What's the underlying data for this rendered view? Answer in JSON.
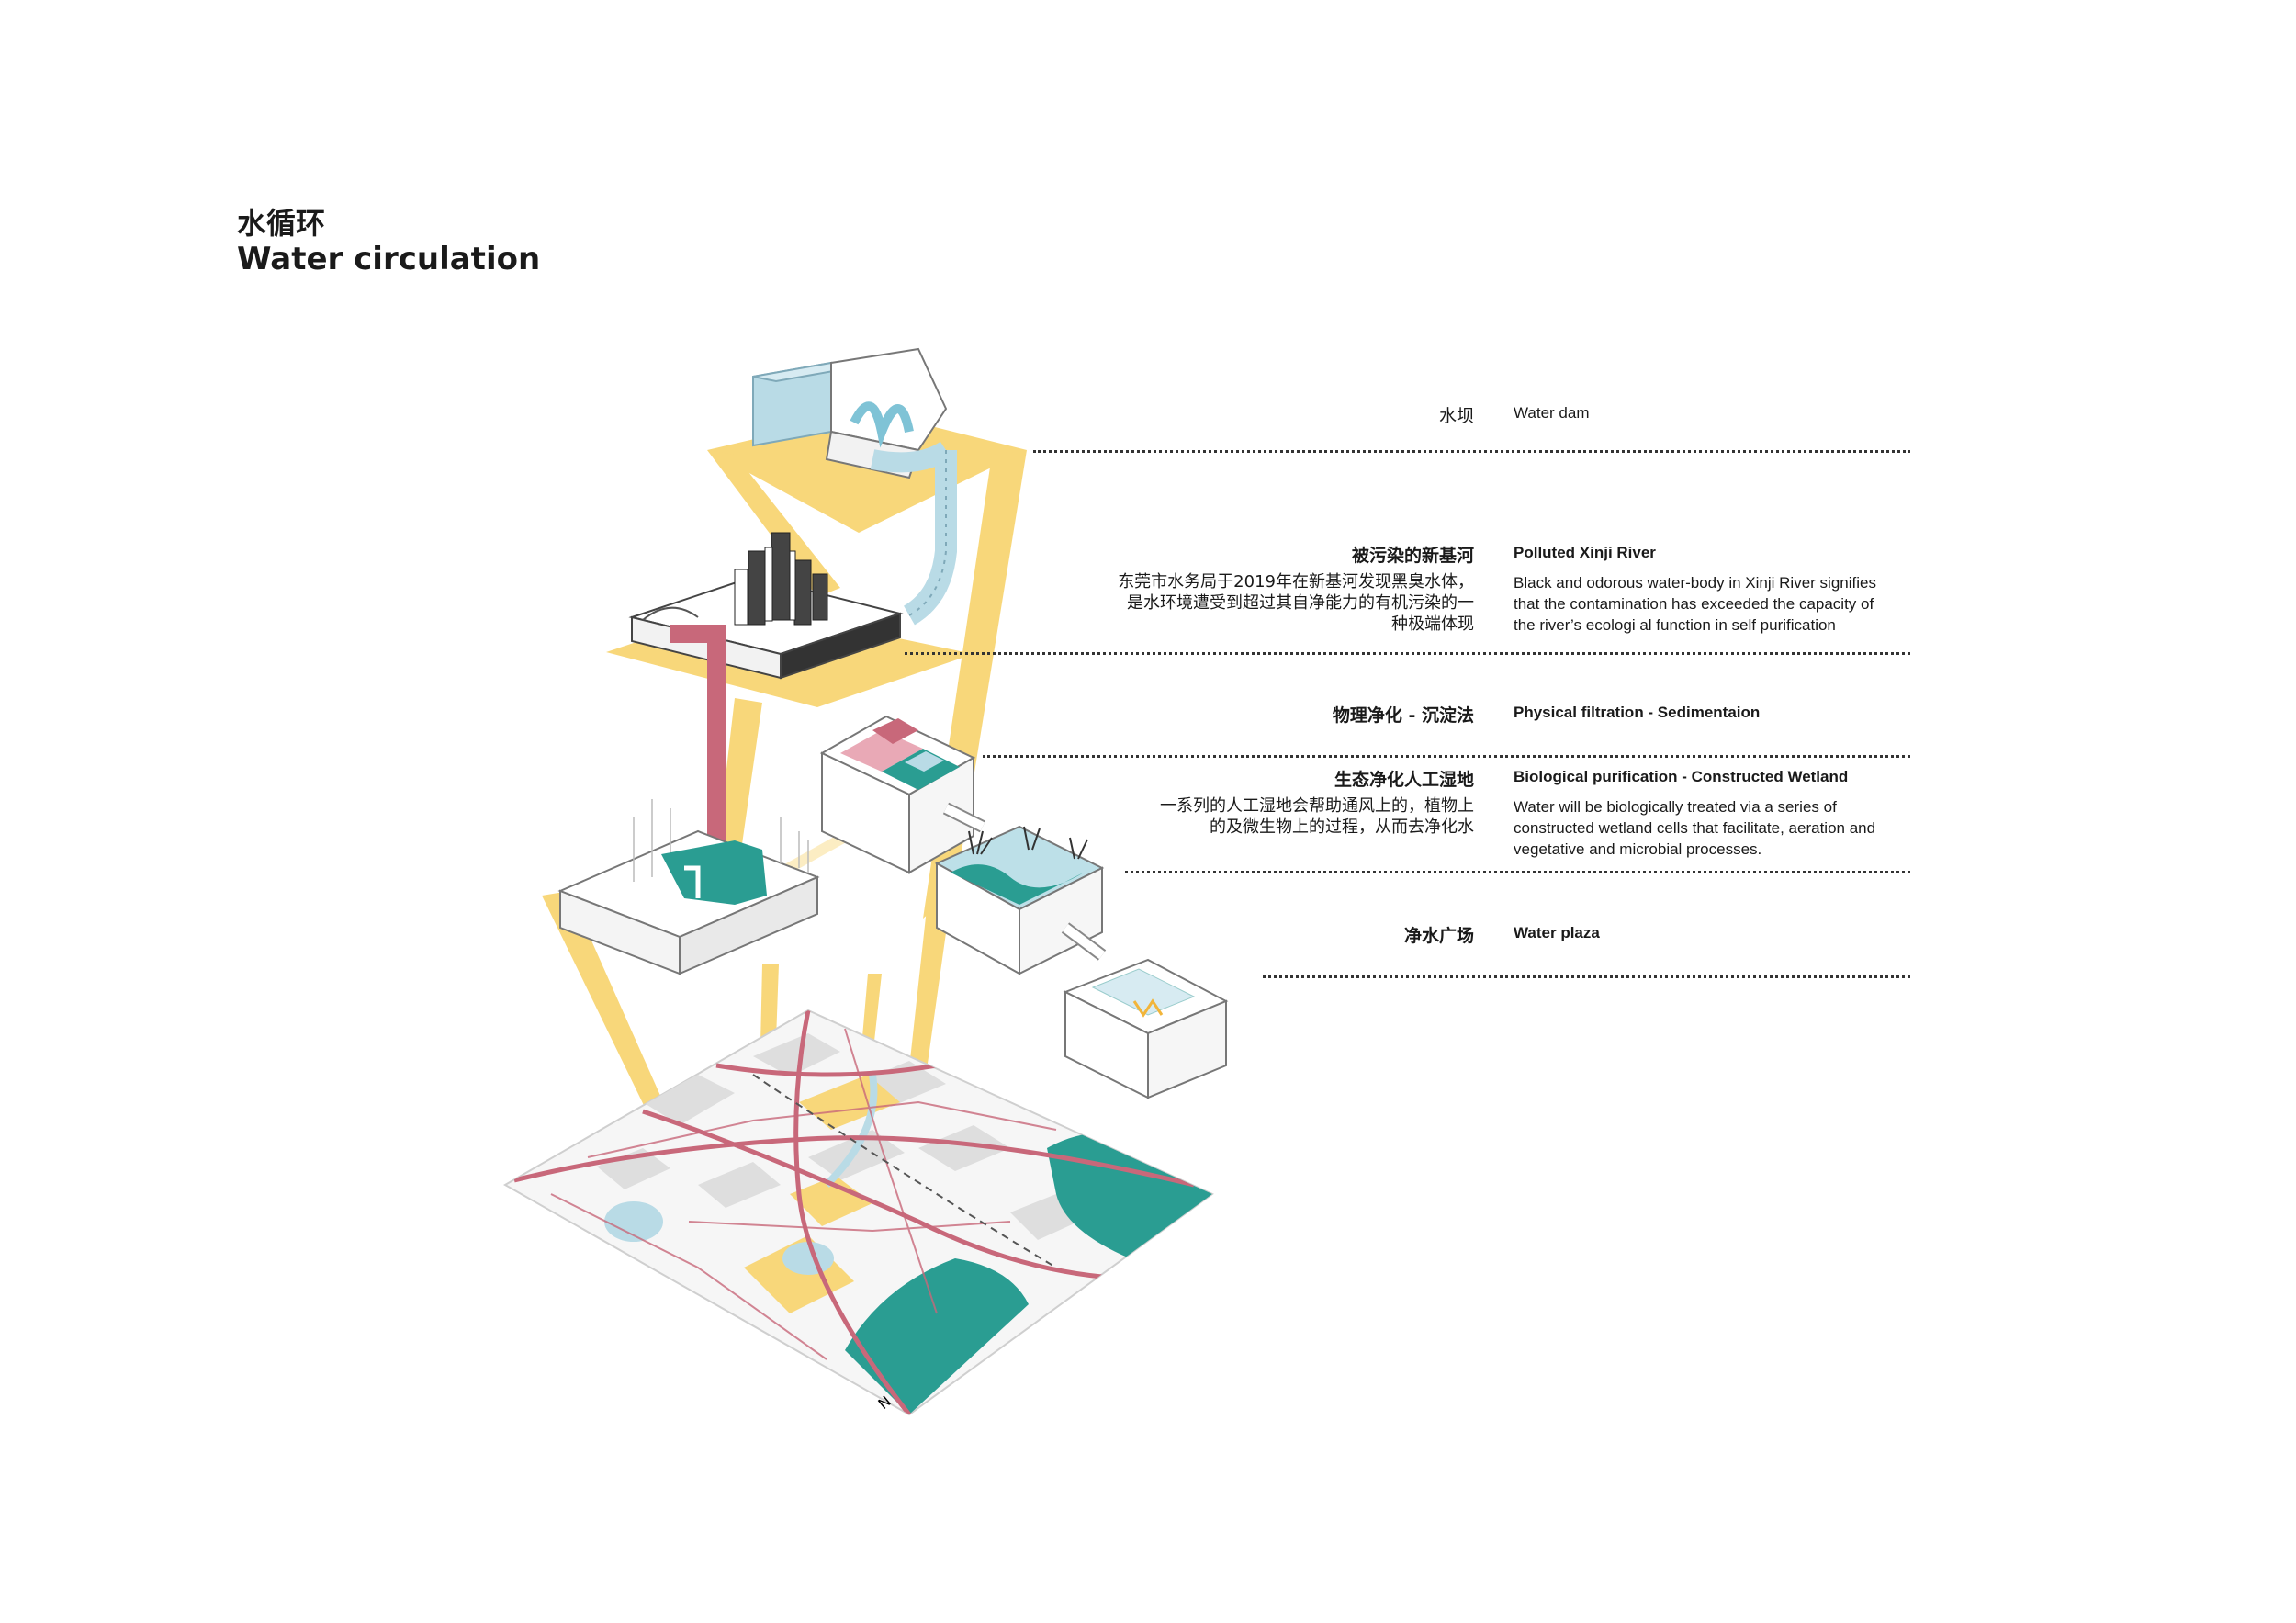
{
  "title": {
    "cn": "水循环",
    "en": "Water circulation"
  },
  "labels": [
    {
      "cn": "水坝",
      "en": "Water dam"
    },
    {
      "cn": "被污染的新基河",
      "en": "Polluted Xinji River",
      "desc_cn": [
        "东莞市水务局于2019年在新基河发现黑臭水体，",
        "是水环境遭受到超过其自净能力的有机污染的一",
        "种极端体现"
      ],
      "desc_en": [
        "Black and odorous water-body in Xinji River signifies",
        "that the contamination has exceeded the capacity of",
        "the river’s ecologi al function in self purification"
      ]
    },
    {
      "cn": "物理净化 - 沉淀法",
      "en": "Physical filtration - Sedimentaion"
    },
    {
      "cn": "生态净化人工湿地",
      "en": "Biological purification - Constructed Wetland",
      "desc_cn": [
        "一系列的人工湿地会帮助通风上的，植物上",
        "的及微生物上的过程，从而去净化水"
      ],
      "desc_en": [
        "Water will be biologically treated via a series of",
        "constructed wetland cells that facilitate, aeration and",
        "vegetative and microbial processes."
      ]
    },
    {
      "cn": "净水广场",
      "en": "Water plaza"
    }
  ],
  "north_label": "N",
  "colors": {
    "yellow": "#f8d77a",
    "teal": "#2a9d92",
    "light_blue": "#b9dbe6",
    "red": "#c8687a",
    "pink": "#e9a9b6",
    "grey": "#dedede"
  }
}
